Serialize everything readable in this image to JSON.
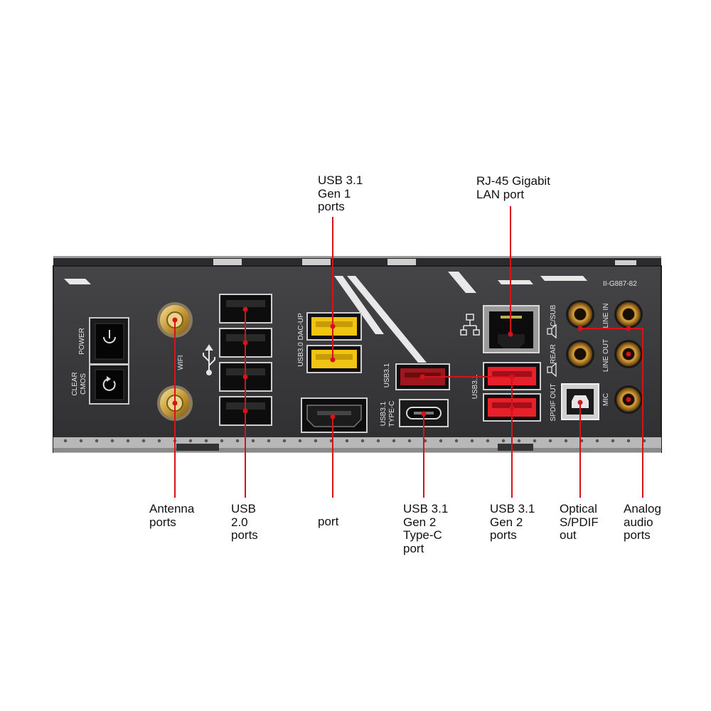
{
  "panel": {
    "part_code": "II-G887-82",
    "buttons": [
      {
        "label": [
          "POWER"
        ]
      },
      {
        "label": [
          "CLEAR",
          "CMOS"
        ]
      }
    ],
    "antenna_label": "WIFI",
    "usb30_label": "USB3.0 DAC-UP",
    "usb31_top_label": "USB3.1",
    "usb31_right_label": "USB3.1",
    "typec_label": [
      "USB3.1",
      "TYPE-C"
    ],
    "spdif_label": "SPDIF OUT",
    "audio_labels": [
      "C/SUB",
      "REAR",
      "LINE IN",
      "LINE OUT",
      "MIC"
    ]
  },
  "callouts": {
    "usb31_gen1": [
      "USB 3.1",
      "Gen 1",
      "ports"
    ],
    "rj45": [
      "RJ-45 Gigabit",
      "LAN port"
    ],
    "antenna": [
      "Antenna",
      "ports"
    ],
    "usb20": [
      "USB",
      "2.0",
      "ports"
    ],
    "port": [
      "port"
    ],
    "usb31_gen2_typec": [
      "USB 3.1",
      "Gen 2",
      "Type-C",
      "port"
    ],
    "usb31_gen2": [
      "USB 3.1",
      "Gen 2",
      "ports"
    ],
    "optical": [
      "Optical",
      "S/PDIF",
      "out"
    ],
    "analog": [
      "Analog",
      "audio",
      "ports"
    ]
  },
  "colors": {
    "leader": "#d8121a",
    "panel": "#3a3a3c",
    "usb_gen1": "#f2c412",
    "usb_red": "#e8202a",
    "gold": "#c9a23e"
  }
}
